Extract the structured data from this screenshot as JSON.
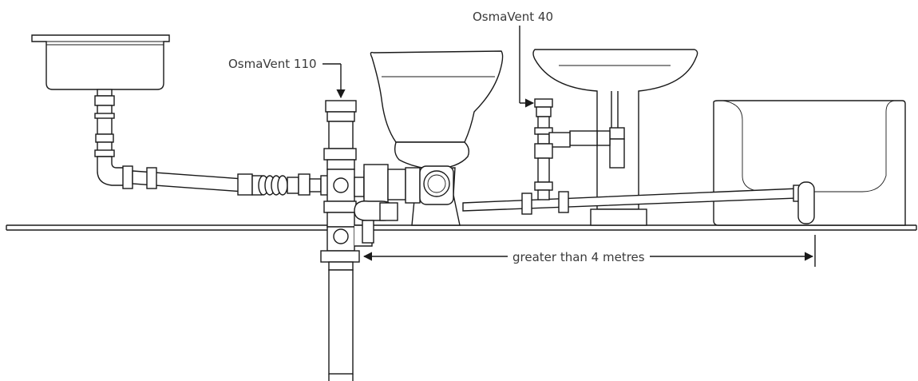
{
  "labels": {
    "vent_110": "OsmaVent 110",
    "vent_40": "OsmaVent 40",
    "distance": "greater than 4 metres"
  },
  "colors": {
    "line": "#1a1a1a",
    "text": "#3a3a3a",
    "background": "#ffffff"
  }
}
